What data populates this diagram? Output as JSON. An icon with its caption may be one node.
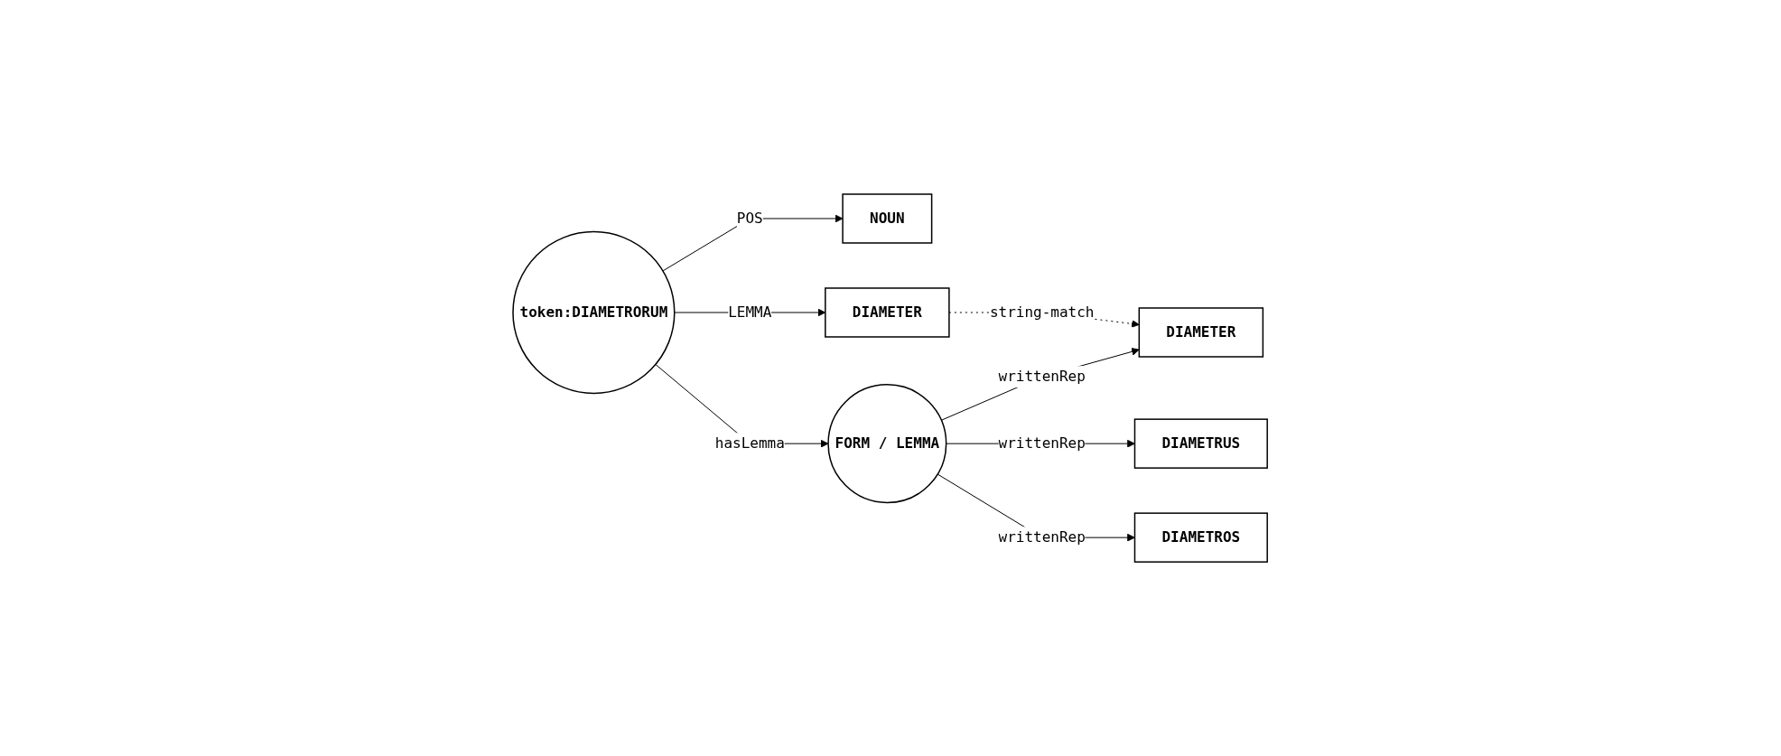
{
  "diagram": {
    "nodes": [
      {
        "text": [
          "NOUN"
        ]
      },
      {
        "text": [
          "DIAMETER"
        ]
      },
      {
        "text": [
          "token:DIAMETRORUM"
        ]
      },
      {
        "text": [
          "FORM / LEMMA"
        ]
      },
      {
        "text": [
          "DIAMETER"
        ]
      },
      {
        "text": [
          "DIAMETRUS"
        ]
      },
      {
        "text": [
          "DIAMETROS"
        ]
      }
    ],
    "edges": [
      {
        "from": 2,
        "to": 0,
        "arrow": "to",
        "label": "POS"
      },
      {
        "from": 2,
        "to": 1,
        "arrow": "to",
        "label": "LEMMA"
      },
      {
        "from": 1,
        "to": 4,
        "arrow": "to",
        "label": "string-match",
        "style": "dashed"
      },
      {
        "from": 2,
        "to": 3,
        "arrow": "to",
        "label": "hasLemma"
      },
      {
        "from": 3,
        "to": 4,
        "arrow": "to",
        "label": "writtenRep"
      },
      {
        "from": 3,
        "to": 5,
        "arrow": "to",
        "label": "writtenRep"
      },
      {
        "from": 3,
        "to": 6,
        "arrow": "to",
        "label": "writtenRep"
      }
    ]
  }
}
